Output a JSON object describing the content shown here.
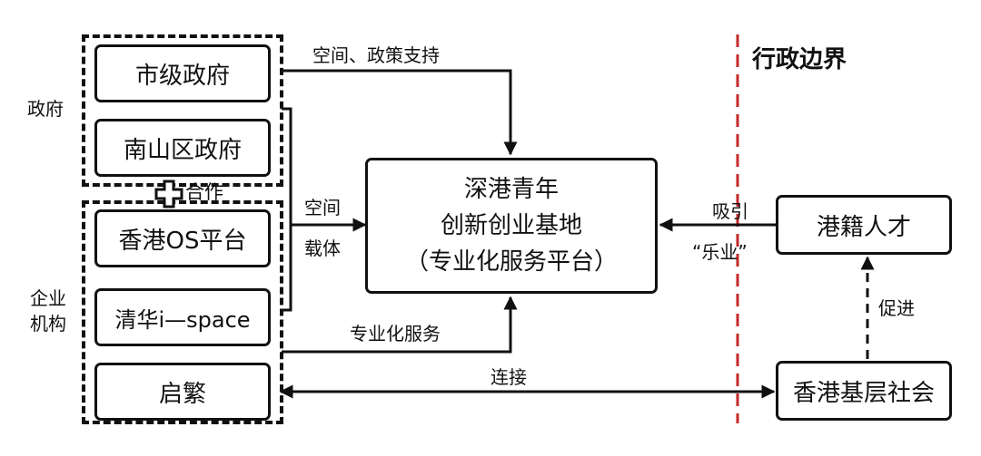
{
  "government": {
    "label": "政府",
    "boxes": [
      "市级政府",
      "南山区政府"
    ]
  },
  "enterprise": {
    "label_line1": "企业",
    "label_line2": "机构",
    "boxes": [
      "香港OS平台",
      "清华i—space",
      "启繁"
    ]
  },
  "cooperation": {
    "label": "合作"
  },
  "center": {
    "line1": "深港青年",
    "line2": "创新创业基地",
    "line3": "（专业化服务平台）"
  },
  "right": {
    "boundary_label": "行政边界",
    "talent": "港籍人才",
    "society": "香港基层社会",
    "attract_label": "吸引",
    "attract_quote": "“乐业”",
    "promote_label": "促进"
  },
  "edges": {
    "space_policy": "空间、政策支持",
    "space_carrier_1": "空间",
    "space_carrier_2": "载体",
    "professional_service": "专业化服务",
    "connect": "连接"
  },
  "colors": {
    "boundary": "#c62828",
    "ink": "#111111"
  }
}
